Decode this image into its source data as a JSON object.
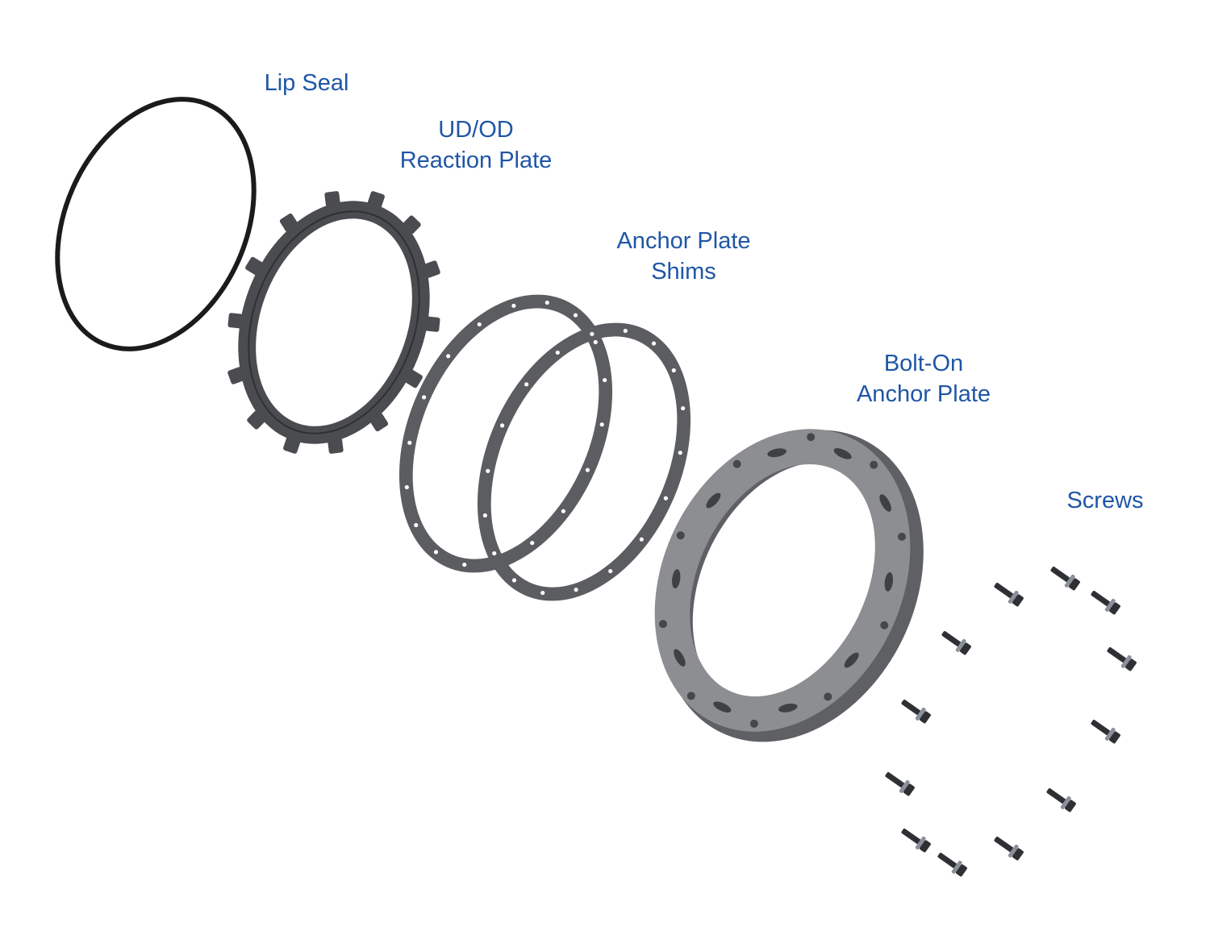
{
  "labels": {
    "lip_seal": "Lip Seal",
    "reaction_plate": [
      "UD/OD",
      "Reaction Plate"
    ],
    "anchor_plate_shims": [
      "Anchor Plate",
      "Shims"
    ],
    "bolt_on_anchor_plate": [
      "Bolt-On",
      "Anchor Plate"
    ],
    "screws": "Screws"
  },
  "colors": {
    "label": "#1f56a6",
    "seal": "#1b1b1d",
    "reaction_plate": "#4a4c50",
    "shim": "#5b5d61",
    "anchor_plate": "#8d8e92",
    "anchor_plate_shadow": "#5e6064",
    "screw": "#2e3034",
    "screw_washer": "#8a9099"
  },
  "parts": {
    "screw_count": 12
  }
}
